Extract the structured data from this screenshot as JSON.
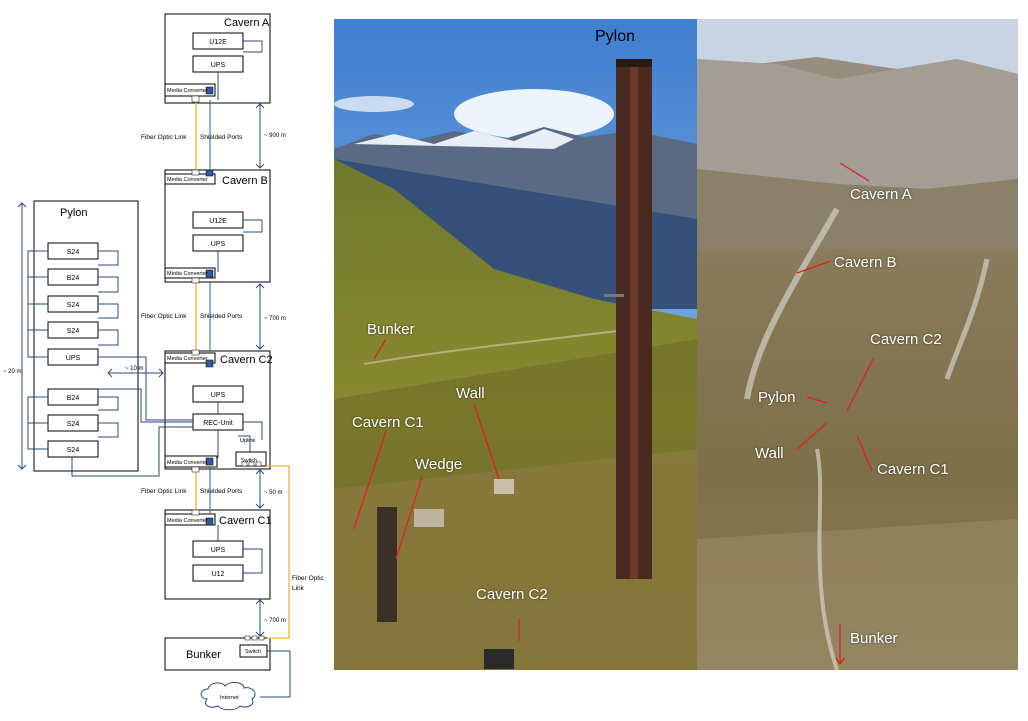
{
  "diagram": {
    "caverns": {
      "a": {
        "title": "Cavern A",
        "modules": [
          "U12E",
          "UPS"
        ],
        "converter": "Media Converter"
      },
      "b": {
        "title": "Cavern B",
        "modules": [
          "U12E",
          "UPS"
        ],
        "converter": "Media Converter"
      },
      "c2": {
        "title": "Cavern C2",
        "modules": [
          "UPS",
          "REC-Unit"
        ],
        "converter_top": "Media Converter",
        "converter_bottom": "Media Converter",
        "uplink": "Uplink",
        "switch": "Switch"
      },
      "c1": {
        "title": "Cavern C1",
        "modules": [
          "UPS",
          "U12"
        ],
        "converter": "Media Converter"
      }
    },
    "pylon": {
      "title": "Pylon",
      "modules": [
        "S24",
        "B24",
        "S24",
        "S24",
        "UPS",
        "B24",
        "S24",
        "S24"
      ]
    },
    "bunker": {
      "title": "Bunker",
      "switch": "Switch"
    },
    "internet": "Internet",
    "links": {
      "fiber": "Fiber Optic Link",
      "shielded": "Shielded Ports",
      "fiber_side_1": "Fiber Optic",
      "fiber_side_2": "Link"
    },
    "distances": {
      "a_b": "~ 900 m",
      "b_c2": "~ 700 m",
      "c2_c1": "~ 50 m",
      "c1_bunker": "~ 700 m",
      "pylon_c2": "~ 10 m",
      "pylon_height": "~ 20 m"
    },
    "colors": {
      "fiber": "#f2b322",
      "cable": "#2a4a7f",
      "box": "#000000",
      "port": "#2f5aa0"
    }
  },
  "photo_left": {
    "labels": {
      "pylon": "Pylon",
      "bunker": "Bunker",
      "wall": "Wall",
      "cavern_c1": "Cavern C1",
      "wedge": "Wedge",
      "cavern_c2": "Cavern C2"
    }
  },
  "photo_right": {
    "labels": {
      "cavern_a": "Cavern A",
      "cavern_b": "Cavern B",
      "cavern_c2": "Cavern C2",
      "pylon": "Pylon",
      "wall": "Wall",
      "cavern_c1": "Cavern C1",
      "bunker": "Bunker"
    }
  }
}
